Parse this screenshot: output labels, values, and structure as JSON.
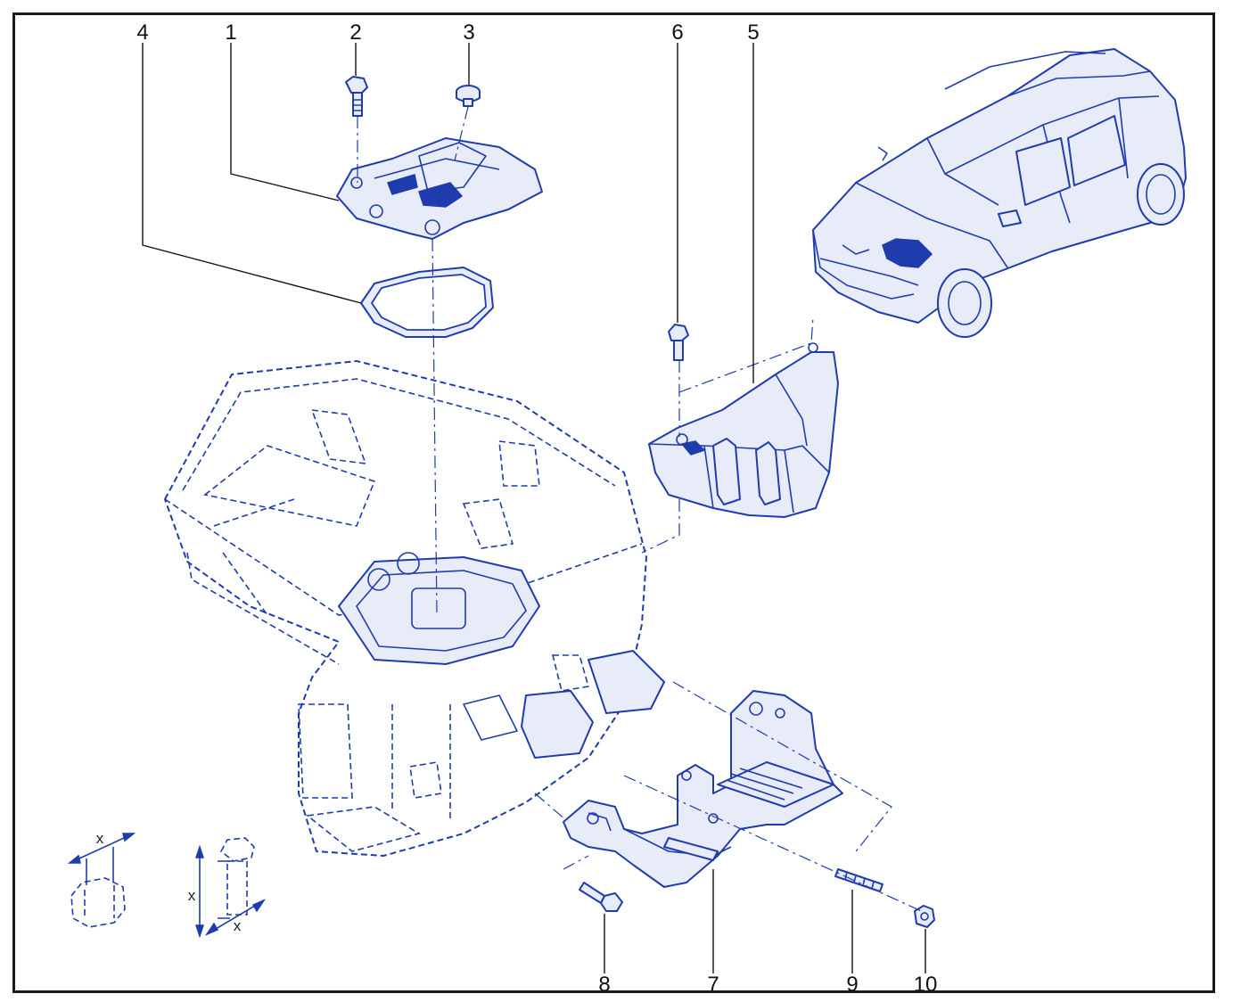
{
  "callouts": [
    {
      "id": "4",
      "text": "4"
    },
    {
      "id": "1",
      "text": "1"
    },
    {
      "id": "2",
      "text": "2"
    },
    {
      "id": "3",
      "text": "3"
    },
    {
      "id": "6",
      "text": "6"
    },
    {
      "id": "5",
      "text": "5"
    },
    {
      "id": "8",
      "text": "8"
    },
    {
      "id": "7",
      "text": "7"
    },
    {
      "id": "9",
      "text": "9"
    },
    {
      "id": "10",
      "text": "10"
    }
  ],
  "dimension_labels": {
    "nut_width": "x",
    "bolt_length": "x",
    "bolt_thread": "x"
  },
  "colors": {
    "line": "#1f3cae",
    "fill": "#e8ecf8",
    "text": "#111111"
  }
}
